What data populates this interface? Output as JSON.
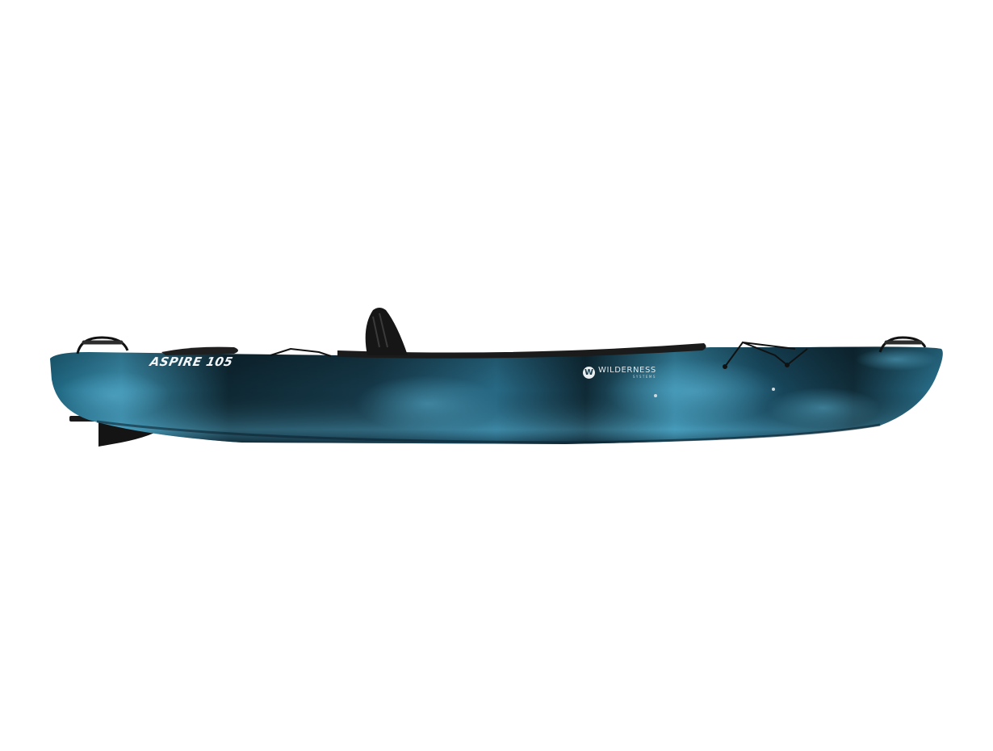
{
  "image": {
    "background": "#ffffff",
    "subject": "kayak",
    "colors": {
      "hull_light": "#3d93b3",
      "hull_mid": "#1f5f7a",
      "hull_dark": "#0f2a36",
      "rigging": "#141414"
    }
  },
  "hull_logo": {
    "text": "ASPIRE 105"
  },
  "brand": {
    "mark": "W",
    "name": "WILDERNESS",
    "sub": "SYSTEMS"
  }
}
